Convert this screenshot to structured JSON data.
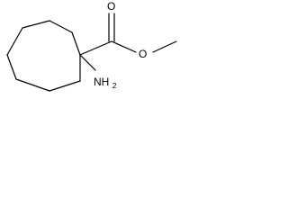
{
  "molecule": {
    "atoms": {
      "carbonyl_oxygen": "O",
      "ester_oxygen": "O",
      "amine": {
        "element": "NH",
        "subscript": "2"
      }
    }
  }
}
